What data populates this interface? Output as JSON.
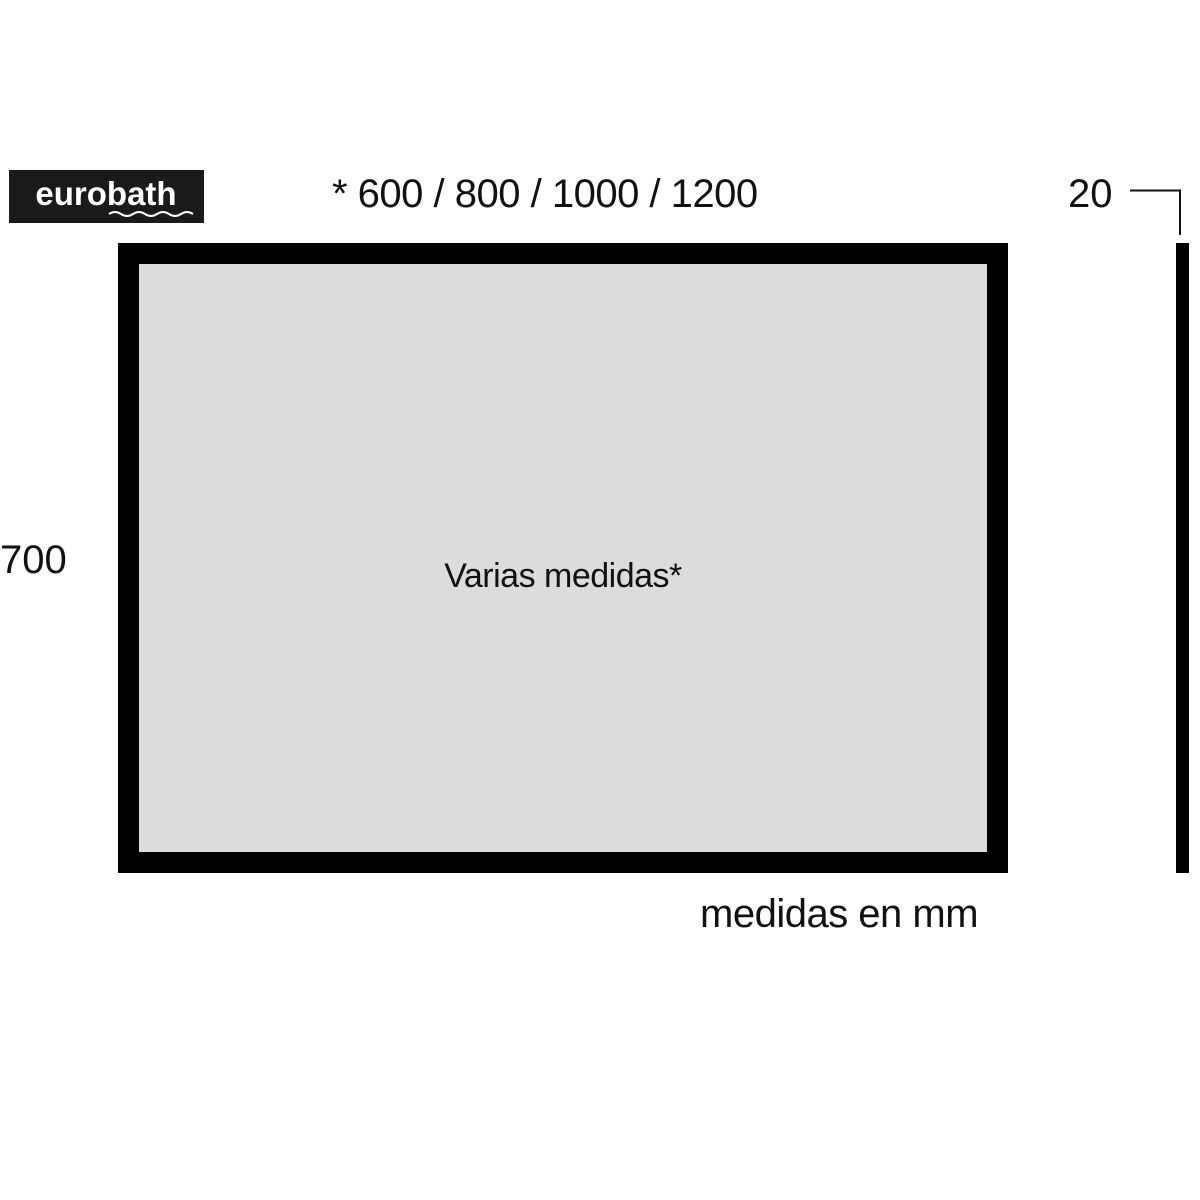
{
  "logo": {
    "text": "eurobath"
  },
  "dimensions": {
    "width_options": "* 600 / 800 / 1000 / 1200",
    "height": "700",
    "depth": "20"
  },
  "panel": {
    "center_text": "Varias medidas*"
  },
  "units_note": "medidas en mm",
  "colors": {
    "frame": "#000000",
    "panel_fill": "#dcdcdc",
    "logo_background": "#1a1a1a",
    "logo_text": "#ffffff"
  }
}
